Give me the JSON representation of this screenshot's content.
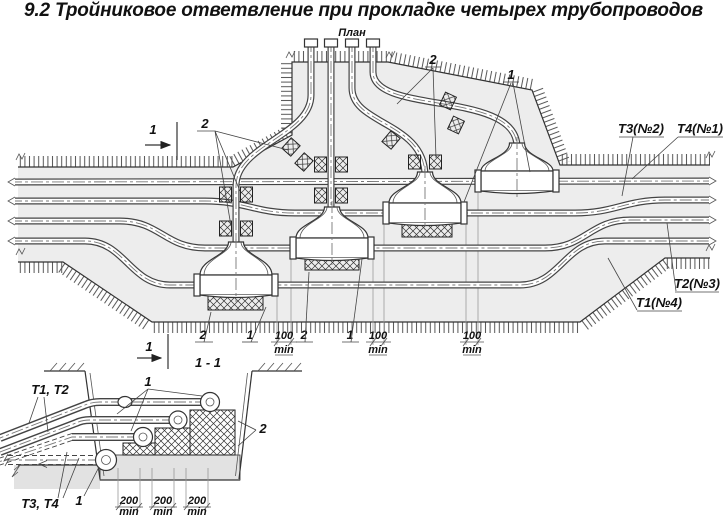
{
  "title": "9.2 Тройниковое ответвление при прокладке четырех трубопроводов",
  "plan_label": "План",
  "section_title": "1 - 1",
  "section_mark": "1",
  "callouts": {
    "tee": "1",
    "support": "2"
  },
  "dims": {
    "d100": "100",
    "d200": "200",
    "min": "min"
  },
  "pipe_tags": {
    "t3": "Т3(№2)",
    "t4": "Т4(№1)",
    "t2": "Т2(№3)",
    "t1": "Т1(№4)"
  },
  "section_tags": {
    "upper": "Т1, Т2",
    "lower": "Т3, Т4"
  },
  "colors": {
    "line": "#333333",
    "trench_fill": "#ededed",
    "ground_fill": "#e2e2e2"
  }
}
